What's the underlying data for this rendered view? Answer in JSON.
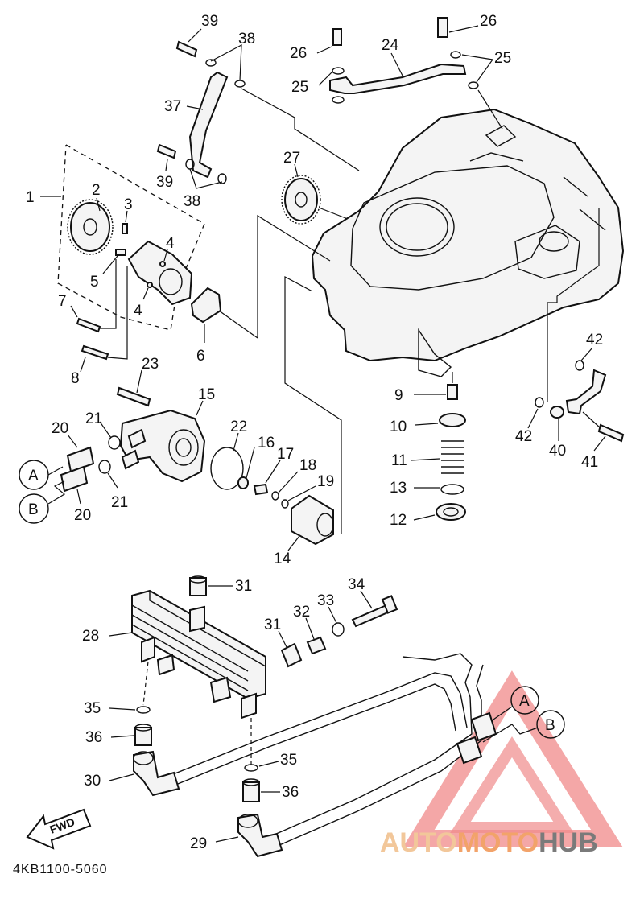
{
  "diagram": {
    "code": "4KB1100-5060",
    "fwd_label": "FWD",
    "watermark": {
      "part1": "AUTO",
      "part2": "MOTO",
      "part3": "HUB",
      "color1": "#f2c79a",
      "color2": "#f2a36a",
      "color3": "#7a7a7a",
      "triangle_color": "#f08a8a"
    },
    "connectors": {
      "a": "A",
      "b": "B"
    },
    "callouts": {
      "c1": "1",
      "c2": "2",
      "c3": "3",
      "c4a": "4",
      "c4b": "4",
      "c5": "5",
      "c6": "6",
      "c7": "7",
      "c8": "8",
      "c9": "9",
      "c10": "10",
      "c11": "11",
      "c12": "12",
      "c13": "13",
      "c14": "14",
      "c15": "15",
      "c16": "16",
      "c17": "17",
      "c18": "18",
      "c19": "19",
      "c20a": "20",
      "c20b": "20",
      "c21a": "21",
      "c21b": "21",
      "c22": "22",
      "c23": "23",
      "c24": "24",
      "c25a": "25",
      "c25b": "25",
      "c26a": "26",
      "c26b": "26",
      "c27": "27",
      "c28": "28",
      "c29": "29",
      "c30": "30",
      "c31a": "31",
      "c31b": "31",
      "c32": "32",
      "c33": "33",
      "c34": "34",
      "c35a": "35",
      "c35b": "35",
      "c36a": "36",
      "c36b": "36",
      "c37": "37",
      "c38a": "38",
      "c38b": "38",
      "c39a": "39",
      "c39b": "39",
      "c40": "40",
      "c41": "41",
      "c42a": "42",
      "c42b": "42"
    }
  }
}
